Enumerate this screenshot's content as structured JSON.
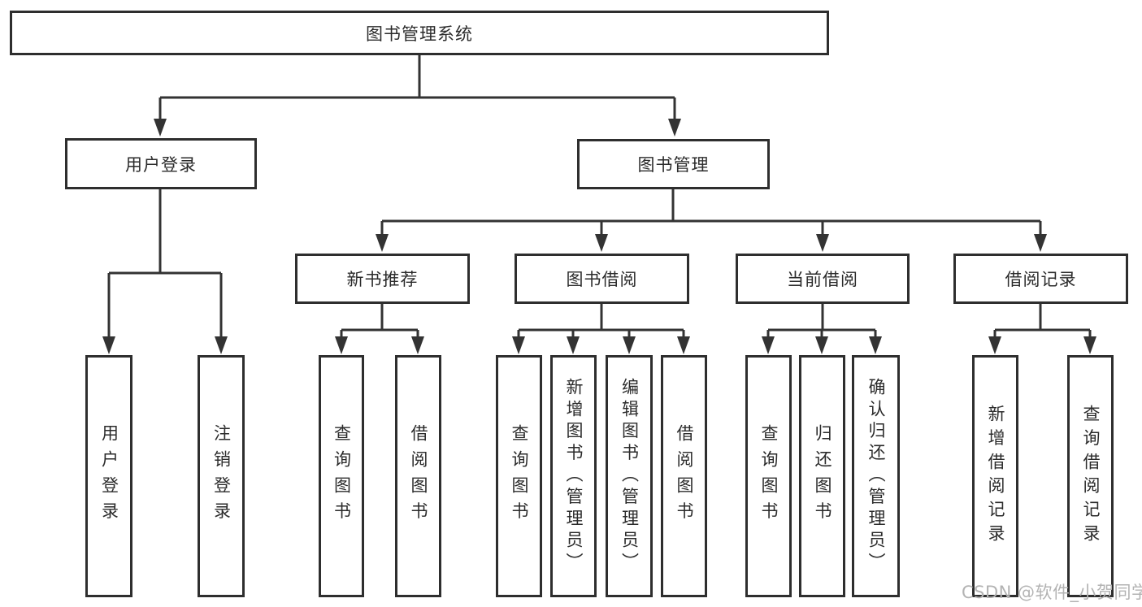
{
  "diagram": {
    "title": "图书管理系统",
    "nodes": {
      "root": {
        "label": "图书管理系统"
      },
      "user_login": {
        "label": "用户登录"
      },
      "book_mgmt": {
        "label": "图书管理"
      },
      "new_books": {
        "label": "新书推荐"
      },
      "book_borrow": {
        "label": "图书借阅"
      },
      "current_borrow": {
        "label": "当前借阅"
      },
      "borrow_records": {
        "label": "借阅记录"
      },
      "leaf_login": {
        "label": "用户登录"
      },
      "leaf_logout": {
        "label": "注销登录"
      },
      "leaf_nb_query": {
        "label": "查询图书"
      },
      "leaf_nb_borrow": {
        "label": "借阅图书"
      },
      "leaf_bb_query": {
        "label": "查询图书"
      },
      "leaf_bb_add": {
        "label": "新增图书（管理员）"
      },
      "leaf_bb_edit": {
        "label": "编辑图书（管理员）"
      },
      "leaf_bb_borrow": {
        "label": "借阅图书"
      },
      "leaf_cb_query": {
        "label": "查询图书"
      },
      "leaf_cb_return": {
        "label": "归还图书"
      },
      "leaf_cb_confirm": {
        "label": "确认归还（管理员）"
      },
      "leaf_br_add": {
        "label": "新增借阅记录"
      },
      "leaf_br_query": {
        "label": "查询借阅记录"
      }
    },
    "edges": [
      {
        "from": "root",
        "to": [
          "user_login",
          "book_mgmt"
        ]
      },
      {
        "from": "user_login",
        "to": [
          "leaf_login",
          "leaf_logout"
        ]
      },
      {
        "from": "book_mgmt",
        "to": [
          "new_books",
          "book_borrow",
          "current_borrow",
          "borrow_records"
        ]
      },
      {
        "from": "new_books",
        "to": [
          "leaf_nb_query",
          "leaf_nb_borrow"
        ]
      },
      {
        "from": "book_borrow",
        "to": [
          "leaf_bb_query",
          "leaf_bb_add",
          "leaf_bb_edit",
          "leaf_bb_borrow"
        ]
      },
      {
        "from": "current_borrow",
        "to": [
          "leaf_cb_query",
          "leaf_cb_return",
          "leaf_cb_confirm"
        ]
      },
      {
        "from": "borrow_records",
        "to": [
          "leaf_br_add",
          "leaf_br_query"
        ]
      }
    ],
    "colors": {
      "line": "#333333",
      "box_border": "#2e2e2e",
      "box_background": "#ffffff",
      "text": "#2b2b2b",
      "watermark": "#b3b3b3"
    }
  },
  "watermark": {
    "text": "CSDN @软件_小贺同学"
  }
}
